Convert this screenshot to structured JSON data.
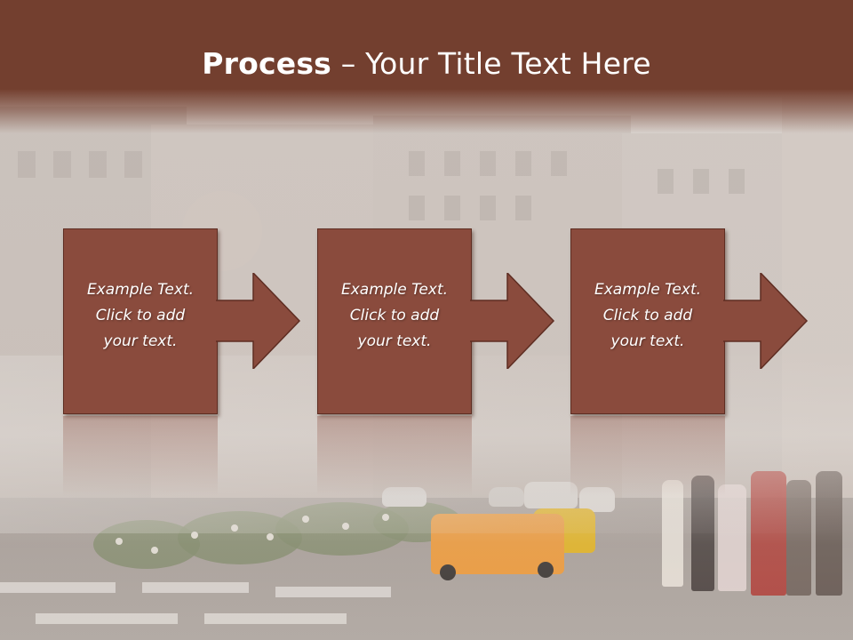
{
  "title": {
    "bold": "Process",
    "rest": " – Your Title Text Here"
  },
  "steps": [
    {
      "line1": "Example Text.",
      "line2": "Click  to add",
      "line3": "your text."
    },
    {
      "line1": "Example Text.",
      "line2": "Click  to add",
      "line3": "your text."
    },
    {
      "line1": "Example Text.",
      "line2": "Click  to add",
      "line3": "your text."
    }
  ],
  "colors": {
    "title_band": "#733f2f",
    "box_fill": "#8a4b3d",
    "box_border": "#5e2d22",
    "text": "#ffffff"
  }
}
